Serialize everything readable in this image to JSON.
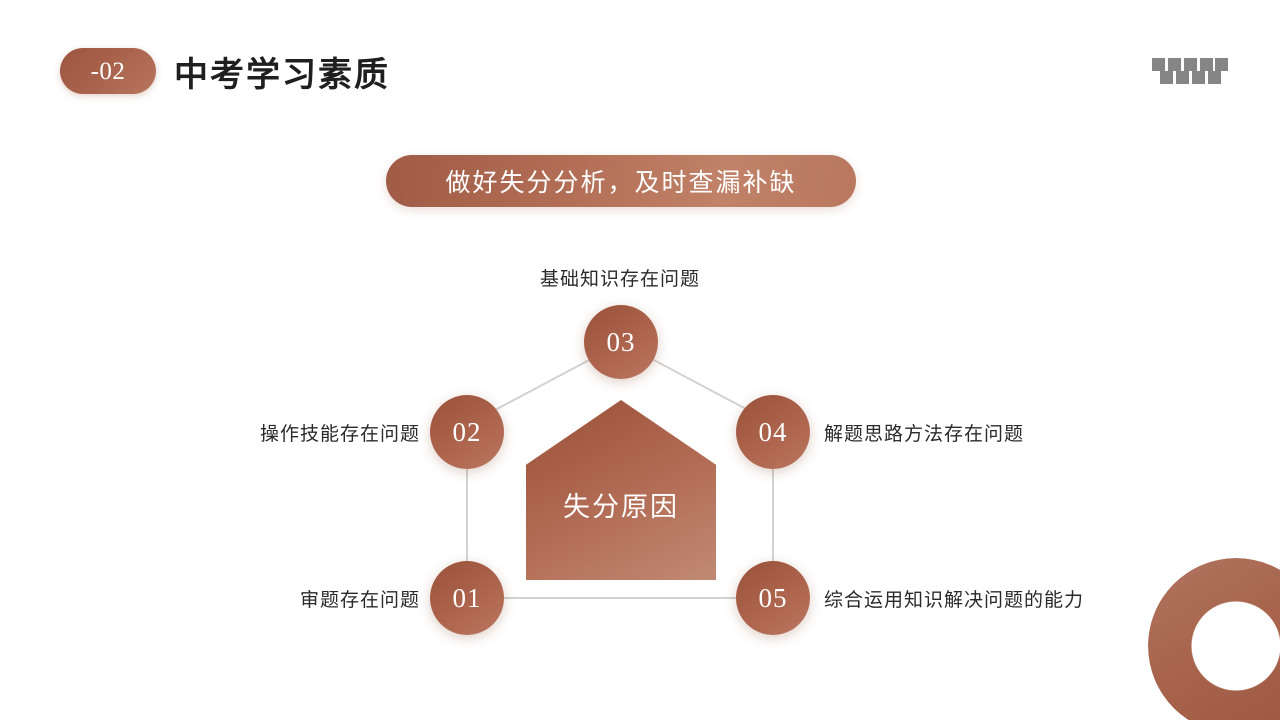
{
  "header": {
    "section_number": "-02",
    "title": "中考学习素质",
    "decoration_icon": "checker-squares-icon",
    "squares_top_count": 5,
    "squares_bottom_count": 4
  },
  "banner": {
    "text": "做好失分分析，及时查漏补缺"
  },
  "diagram": {
    "center_label": "失分原因",
    "center_shape": "house-pentagon",
    "nodes": [
      {
        "number": "01",
        "label": "审题存在问题",
        "position": "bottom-left"
      },
      {
        "number": "02",
        "label": "操作技能存在问题",
        "position": "middle-left"
      },
      {
        "number": "03",
        "label": "基础知识存在问题",
        "position": "top"
      },
      {
        "number": "04",
        "label": "解题思路方法存在问题",
        "position": "middle-right"
      },
      {
        "number": "05",
        "label": "综合运用知识解决问题的能力",
        "position": "bottom-right"
      }
    ]
  },
  "decorations": {
    "bottom_right_ring": "donut-ring-icon"
  },
  "colors": {
    "accent_dark": "#9a513b",
    "accent_mid": "#a85f47",
    "accent_light": "#c18a74",
    "banner_gradient_start": "#a05b46",
    "banner_gradient_end": "#b9775f",
    "line_gray": "#d2d2d2",
    "square_gray": "#858585",
    "text_dark": "#1f1f1f",
    "background": "#ffffff"
  }
}
